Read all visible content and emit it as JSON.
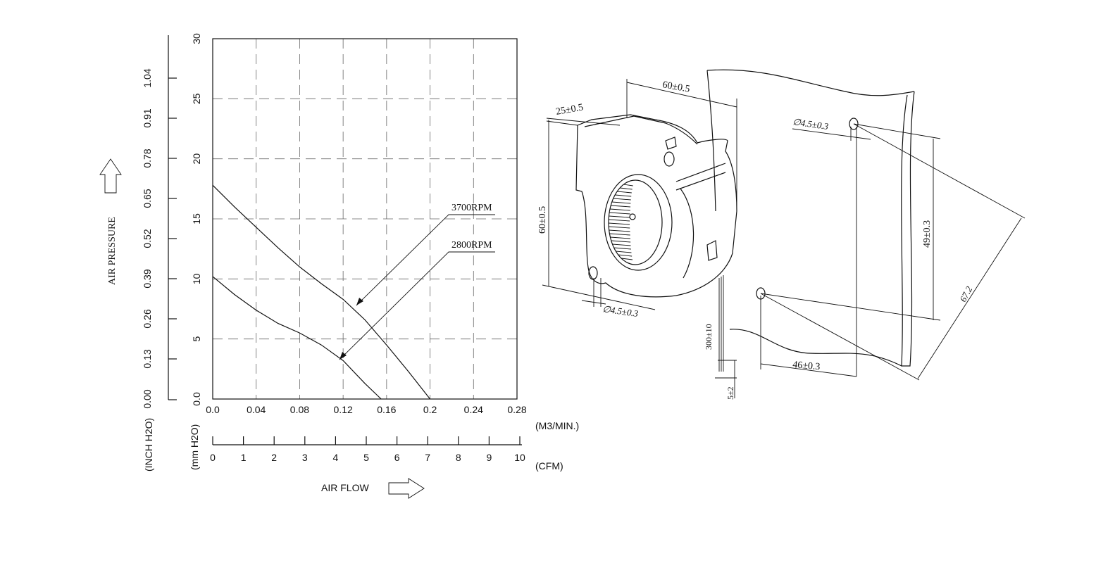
{
  "chart_data": {
    "type": "line",
    "title": "",
    "xlabel": "AIR FLOW",
    "ylabel": "AIR PRESSURE",
    "x_primary": {
      "unit": "(M3/MIN.)",
      "ticks": [
        "0.0",
        "0.04",
        "0.08",
        "0.12",
        "0.16",
        "0.2",
        "0.24",
        "0.28"
      ],
      "range": [
        0,
        0.28
      ]
    },
    "x_secondary": {
      "unit": "(CFM)",
      "ticks": [
        "0",
        "1",
        "2",
        "3",
        "4",
        "5",
        "6",
        "7",
        "8",
        "9",
        "10"
      ],
      "range": [
        0,
        10
      ]
    },
    "y_primary": {
      "unit": "(mm H2O)",
      "ticks": [
        "0.0",
        "5",
        "10",
        "15",
        "20",
        "25",
        "30"
      ],
      "range": [
        0,
        30
      ]
    },
    "y_secondary": {
      "unit": "(INCH H2O)",
      "ticks": [
        "0.00",
        "0.13",
        "0.26",
        "0.39",
        "0.52",
        "0.65",
        "0.78",
        "0.91",
        "1.04"
      ]
    },
    "grid": true,
    "series": [
      {
        "name": "3700RPM",
        "x": [
          0,
          0.02,
          0.04,
          0.06,
          0.08,
          0.1,
          0.12,
          0.14,
          0.16,
          0.18,
          0.2
        ],
        "y": [
          17.8,
          16.0,
          14.3,
          12.6,
          11.0,
          9.6,
          8.3,
          6.6,
          4.5,
          2.3,
          0
        ]
      },
      {
        "name": "2800RPM",
        "x": [
          0,
          0.02,
          0.04,
          0.06,
          0.08,
          0.1,
          0.12,
          0.14,
          0.155
        ],
        "y": [
          10.2,
          8.7,
          7.4,
          6.3,
          5.5,
          4.5,
          3.2,
          1.3,
          0
        ]
      }
    ]
  },
  "diagram": {
    "dims": {
      "width": "60±0.5",
      "depth": "25±0.5",
      "height": "60±0.5",
      "hole_fan": "∅4.5±0.3",
      "hole_panel": "∅4.5±0.3",
      "vertical_spacing": "49±0.3",
      "diagonal": "67.2",
      "horizontal_spacing": "46±0.3",
      "lead_length": "300±10",
      "strip": "5±2"
    }
  }
}
